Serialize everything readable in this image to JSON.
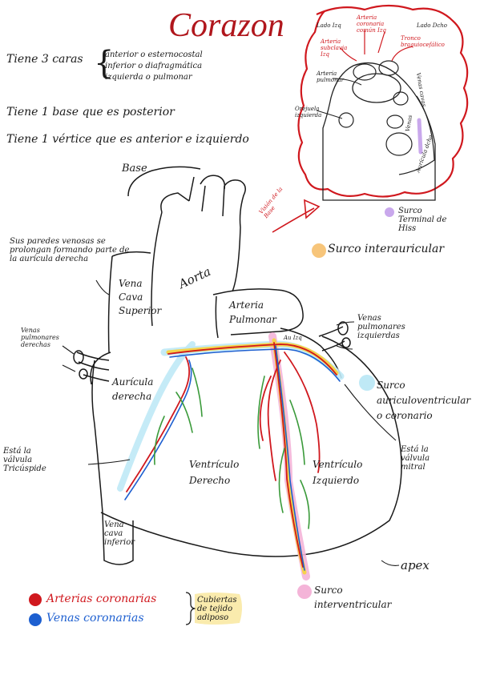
{
  "title": "Corazon",
  "faces": {
    "label": "Tiene 3 caras",
    "items": [
      "anterior o esternocostal",
      "inferior o diafragmática",
      "izquierda o pulmonar"
    ]
  },
  "base_note": "Tiene 1 base que es posterior",
  "vertex_note": "Tiene 1 vértice que es anterior e izquierdo",
  "labels": {
    "base": "Base",
    "sus_paredes": "Sus paredes venosas se prolongan formando parte de la aurícula derecha",
    "vena_cava_superior": "Vena Cava Superior",
    "aorta": "Aorta",
    "arteria_pulmonar": "Arteria Pulmonar",
    "au_izq": "Au Izq",
    "venas_pulm_derechas": "Venas pulmonares derechas",
    "venas_pulm_izquierdas": "Venas pulmonares izquierdas",
    "auricula_derecha": "Aurícula derecha",
    "ventriculo_derecho": "Ventrículo Derecho",
    "ventriculo_izquierdo": "Ventrículo Izquierdo",
    "valvula_tricuspide": "Está la válvula Tricúspide",
    "valvula_mitral": "Está la válvula mitral",
    "vena_cava_inferior": "Vena cava inferior",
    "apex": "apex",
    "vision_base": "Visión de la Base"
  },
  "inset": {
    "lado_izq": "Lado Izq",
    "lado_der": "Lado Dcho",
    "arteria_cor_izq": "Arteria coronaria común Izq",
    "arteria_subclavia": "Arteria subclavia Izq",
    "tronco_braquio": "Tronco braquiocefálico",
    "arteria_pulmonar": "Arteria pulmonar",
    "orejuela": "Orejuela izquierda",
    "venas_cavas": "Venas cavas",
    "aurícula_dcha": "Aurícula dcha",
    "venas": "Venas"
  },
  "legend": {
    "surco_terminal": "Surco Terminal de Hiss",
    "surco_interauricular": "Surco interauricular",
    "surco_auriculoventricular": "Surco auriculoventricular o coronario",
    "surco_interventricular": "Surco interventricular",
    "arterias": "Arterias coronarias",
    "venas": "Venas coronarias",
    "cubiertas": "Cubiertas de tejido adiposo"
  },
  "colors": {
    "title": "#b0161c",
    "artery": "#d0181e",
    "vein": "#1d5fd0",
    "fat": "#f5d34a",
    "green": "#3a9a3a",
    "terminal": "#c9a8ec",
    "interauricular": "#f7c57a",
    "atrioventricular": "#bfe9f6",
    "interventricular": "#f4b4d8"
  }
}
